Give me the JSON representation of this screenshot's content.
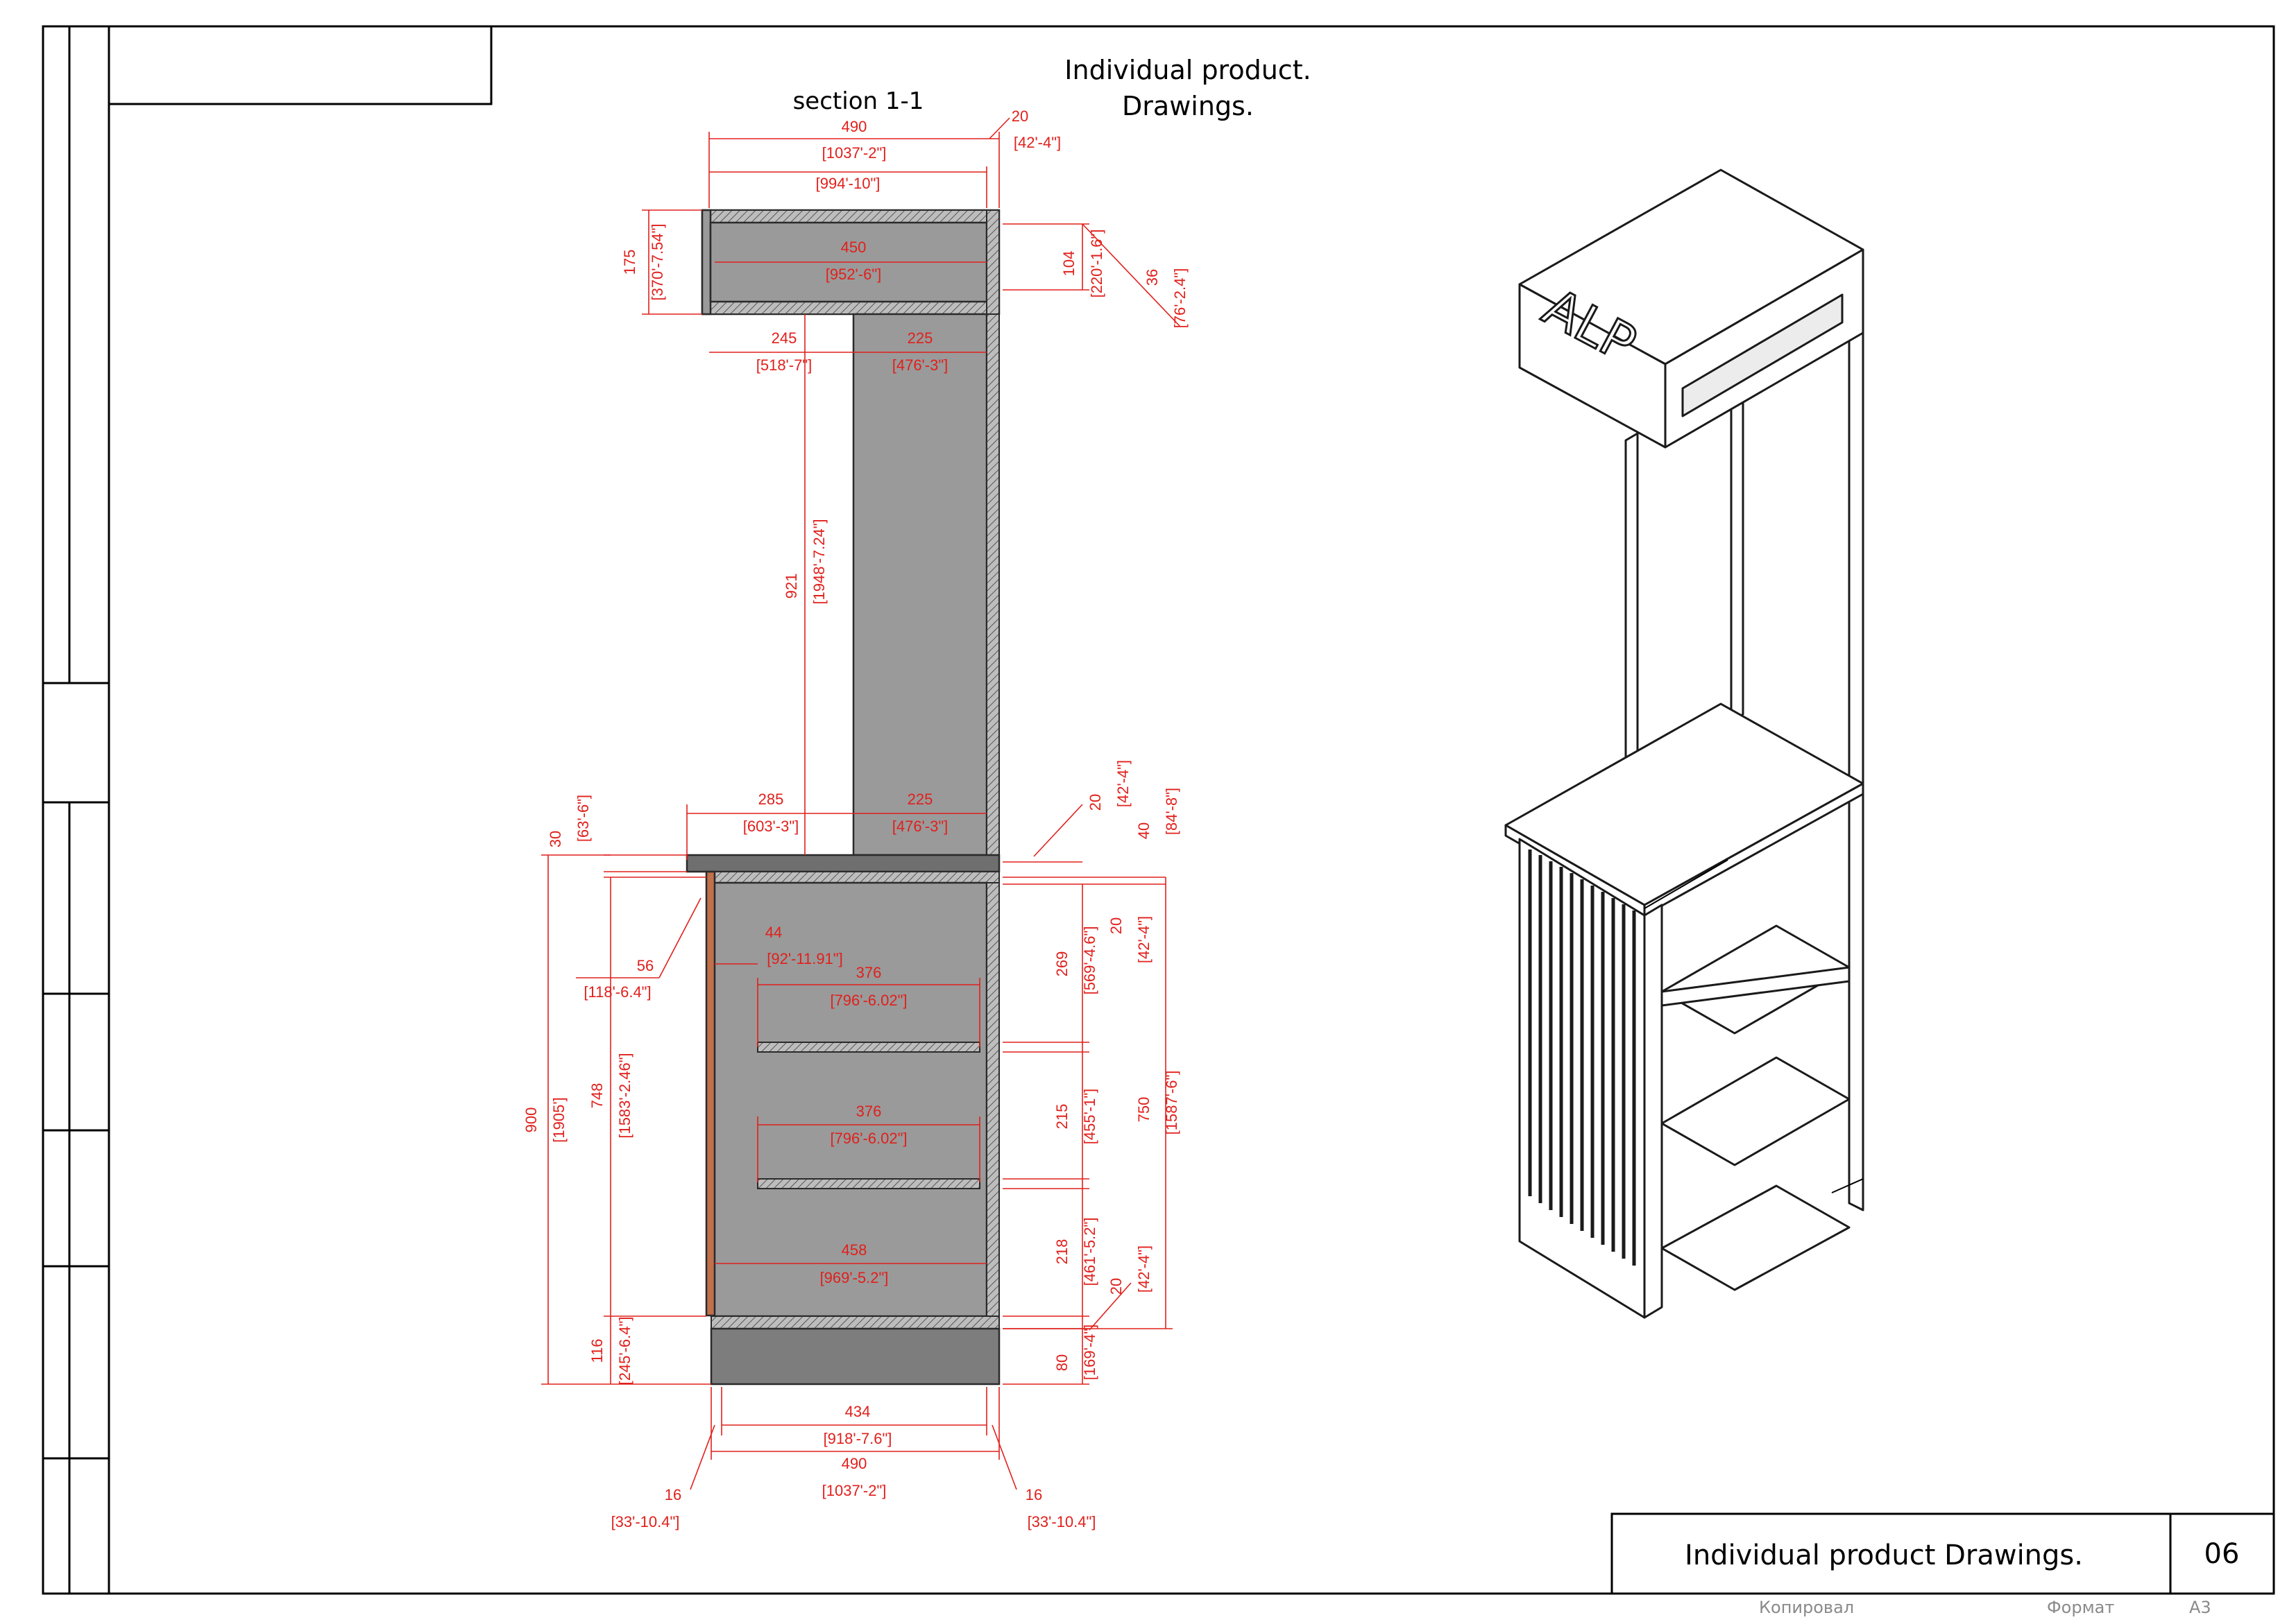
{
  "header": {
    "title_line1": "Individual product.",
    "title_line2": "Drawings.",
    "section_label": "section 1-1"
  },
  "title_block": {
    "name": "Individual product Drawings.",
    "sheet_number": "06"
  },
  "footer": {
    "copied_label": "Копировал",
    "format_label": "Формат",
    "format_value": "А3"
  },
  "logo_text": "ALP",
  "dimensions": {
    "top_490": "490",
    "top_1037": "[1037'-2\"]",
    "top_994": "[994'-10\"]",
    "top_20": "20",
    "top_42": "[42'-4\"]",
    "d175": "175",
    "d370": "[370'-7.54\"]",
    "d450": "450",
    "d952": "[952'-6\"]",
    "d104": "104",
    "d220": "[220'-1.6\"]",
    "d36": "36",
    "d76": "[76'-2.4\"]",
    "d245": "245",
    "d518": "[518'-7\"]",
    "d225a": "225",
    "d476a": "[476'-3\"]",
    "d921": "921",
    "d1948": "[1948'-7.24\"]",
    "d285": "285",
    "d603": "[603'-3\"]",
    "d225b": "225",
    "d476b": "[476'-3\"]",
    "d30": "30",
    "d63": "[63'-6\"]",
    "d20a": "20",
    "d42a": "[42'-4\"]",
    "d40": "40",
    "d84": "[84'-8\"]",
    "d20b": "20",
    "d42b": "[42'-4\"]",
    "d56": "56",
    "d118": "[118'-6.4\"]",
    "d44": "44",
    "d92": "[92'-11.91\"]",
    "d376a": "376",
    "d796a": "[796'-6.02\"]",
    "d376b": "376",
    "d796b": "[796'-6.02\"]",
    "d269": "269",
    "d569": "[569'-4.6\"]",
    "d215": "215",
    "d455": "[455'-1\"]",
    "d750": "750",
    "d1587": "[1587'-6\"]",
    "d218": "218",
    "d461": "[461'-5.2\"]",
    "d20c": "20",
    "d42c": "[42'-4\"]",
    "d80": "80",
    "d169": "[169'-4\"]",
    "d900": "900",
    "d1905": "[1905']",
    "d748": "748",
    "d1583": "[1583'-2.46\"]",
    "d116": "116",
    "d245b": "[245'-6.4\"]",
    "d458": "458",
    "d969": "[969'-5.2\"]",
    "d434": "434",
    "d918": "[918'-7.6\"]",
    "bot_490": "490",
    "bot_1037": "[1037'-2\"]",
    "d16a": "16",
    "d33a": "[33'-10.4\"]",
    "d16b": "16",
    "d33b": "[33'-10.4\"]"
  },
  "colors": {
    "dimension": "#e0201c",
    "panel": "#9a9a9a",
    "frame": "#000000"
  }
}
